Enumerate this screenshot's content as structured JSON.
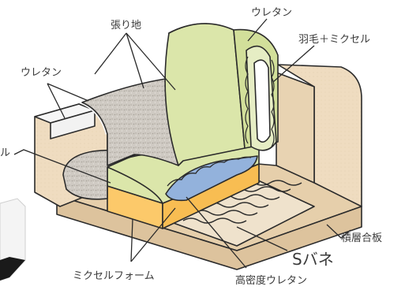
{
  "labels": {
    "upholstery": "張り地",
    "urethane_left": "ウレタン",
    "urethane_top": "ウレタン",
    "feather_mixcell": "羽毛＋ミクセル",
    "cell_cut": "ル",
    "plywood": "積層合板",
    "s_spring": "Sバネ",
    "mixcell_foam": "ミクセルフォーム",
    "hd_urethane": "高密度ウレタン"
  },
  "colors": {
    "frame": "#efdcc0",
    "frame_dark": "#dcc29e",
    "fabric": "#cfcac3",
    "green": "#dbe6aa",
    "yellow": "#fcc96a",
    "blue": "#93b2dc",
    "outline": "#2b2b2b",
    "text": "#3a3a3a"
  }
}
